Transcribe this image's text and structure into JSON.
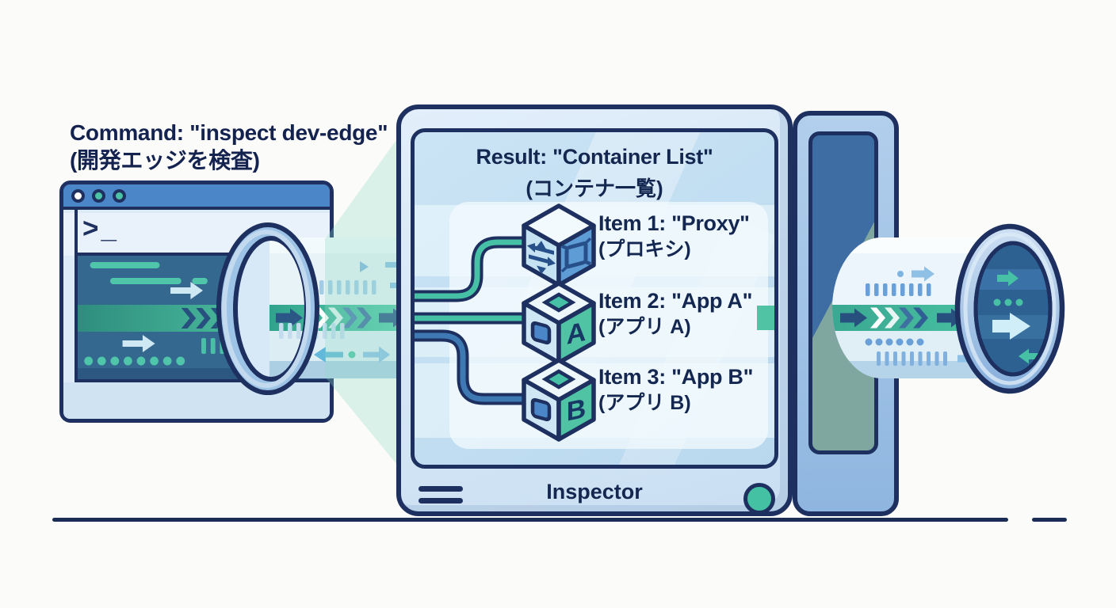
{
  "page": {
    "background": "#fbfbf9"
  },
  "colors": {
    "outline_navy": "#1d3060",
    "text_navy": "#142750",
    "accent_teal": "#47c1a5",
    "primary_blue": "#4a86c8",
    "panel_light_blue": "#dcebf7",
    "screen_blue": "#c7e2f3",
    "terminal_dark_blue": "#35688f",
    "led_green": "#44c0a2"
  },
  "command_label": {
    "line1": "Command: \"inspect dev-edge\"",
    "line2": "(開発エッジを検査)"
  },
  "terminal": {
    "prompt": ">_"
  },
  "inspector": {
    "title_line1": "Result: \"Container List\"",
    "title_line2": "(コンテナ一覧)",
    "items": [
      {
        "title": "Item 1: \"Proxy\"",
        "subtitle": "(プロキシ)",
        "icon": "proxy-cube-icon",
        "badge": ""
      },
      {
        "title": "Item 2: \"App A\"",
        "subtitle": "(アプリ A)",
        "icon": "app-a-cube-icon",
        "badge": "A"
      },
      {
        "title": "Item 3: \"App B\"",
        "subtitle": "(アプリ B)",
        "icon": "app-b-cube-icon",
        "badge": "B"
      }
    ],
    "footer_label": "Inspector"
  },
  "icons": {
    "window_controls": "three-dots",
    "menu_icon": "hamburger-lines",
    "power_indicator": "teal-circle"
  }
}
